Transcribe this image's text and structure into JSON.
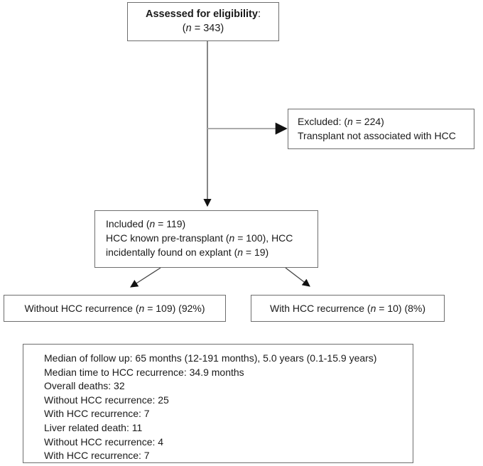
{
  "figure": {
    "type": "flow-diagram",
    "colors": {
      "background": "#ffffff",
      "box_border": "#6e6e6e",
      "text": "#1a1a1a",
      "arrow_dark": "#454545",
      "arrow_light": "#ababab",
      "arrowhead": "#111111"
    },
    "boxes": {
      "assessed": {
        "lines": [
          [
            {
              "text": "Assessed for eligibility",
              "style": "bold"
            },
            {
              "text": ":",
              "style": "regular"
            }
          ],
          [
            {
              "text": "(",
              "style": "regular"
            },
            {
              "text": "n",
              "style": "italic"
            },
            {
              "text": " = 343)",
              "style": "regular"
            }
          ]
        ]
      },
      "excluded": {
        "lines": [
          [
            {
              "text": "Excluded: (",
              "style": "regular"
            },
            {
              "text": "n",
              "style": "italic"
            },
            {
              "text": " = 224)",
              "style": "regular"
            }
          ],
          [
            {
              "text": "Transplant not associated with HCC",
              "style": "regular"
            }
          ]
        ]
      },
      "included": {
        "lines": [
          [
            {
              "text": "Included (",
              "style": "regular"
            },
            {
              "text": "n",
              "style": "italic"
            },
            {
              "text": " = 119)",
              "style": "regular"
            }
          ],
          [
            {
              "text": "HCC known pre-transplant (",
              "style": "regular"
            },
            {
              "text": "n",
              "style": "italic"
            },
            {
              "text": " = 100), HCC",
              "style": "regular"
            }
          ],
          [
            {
              "text": "incidentally found on explant (",
              "style": "regular"
            },
            {
              "text": "n",
              "style": "italic"
            },
            {
              "text": " = 19)",
              "style": "regular"
            }
          ]
        ]
      },
      "without_recurrence": {
        "lines": [
          [
            {
              "text": "Without HCC recurrence (",
              "style": "regular"
            },
            {
              "text": "n",
              "style": "italic"
            },
            {
              "text": " = 109) (92%)",
              "style": "regular"
            }
          ]
        ]
      },
      "with_recurrence": {
        "lines": [
          [
            {
              "text": "With HCC recurrence (",
              "style": "regular"
            },
            {
              "text": "n",
              "style": "italic"
            },
            {
              "text": " = 10) (8%)",
              "style": "regular"
            }
          ]
        ]
      },
      "summary": {
        "lines": [
          [
            {
              "text": "Median of follow up: 65 months (12-191 months), 5.0 years (0.1-15.9 years)",
              "style": "regular"
            }
          ],
          [
            {
              "text": "Median time to HCC recurrence: 34.9 months",
              "style": "regular"
            }
          ],
          [
            {
              "text": "Overall deaths: 32",
              "style": "regular"
            }
          ],
          [
            {
              "text": "Without HCC recurrence: 25",
              "style": "regular"
            }
          ],
          [
            {
              "text": "With HCC recurrence: 7",
              "style": "regular"
            }
          ],
          [
            {
              "text": "Liver related death: 11",
              "style": "regular"
            }
          ],
          [
            {
              "text": "Without HCC recurrence: 4",
              "style": "regular"
            }
          ],
          [
            {
              "text": "With HCC recurrence: 7",
              "style": "regular"
            }
          ]
        ]
      }
    }
  }
}
